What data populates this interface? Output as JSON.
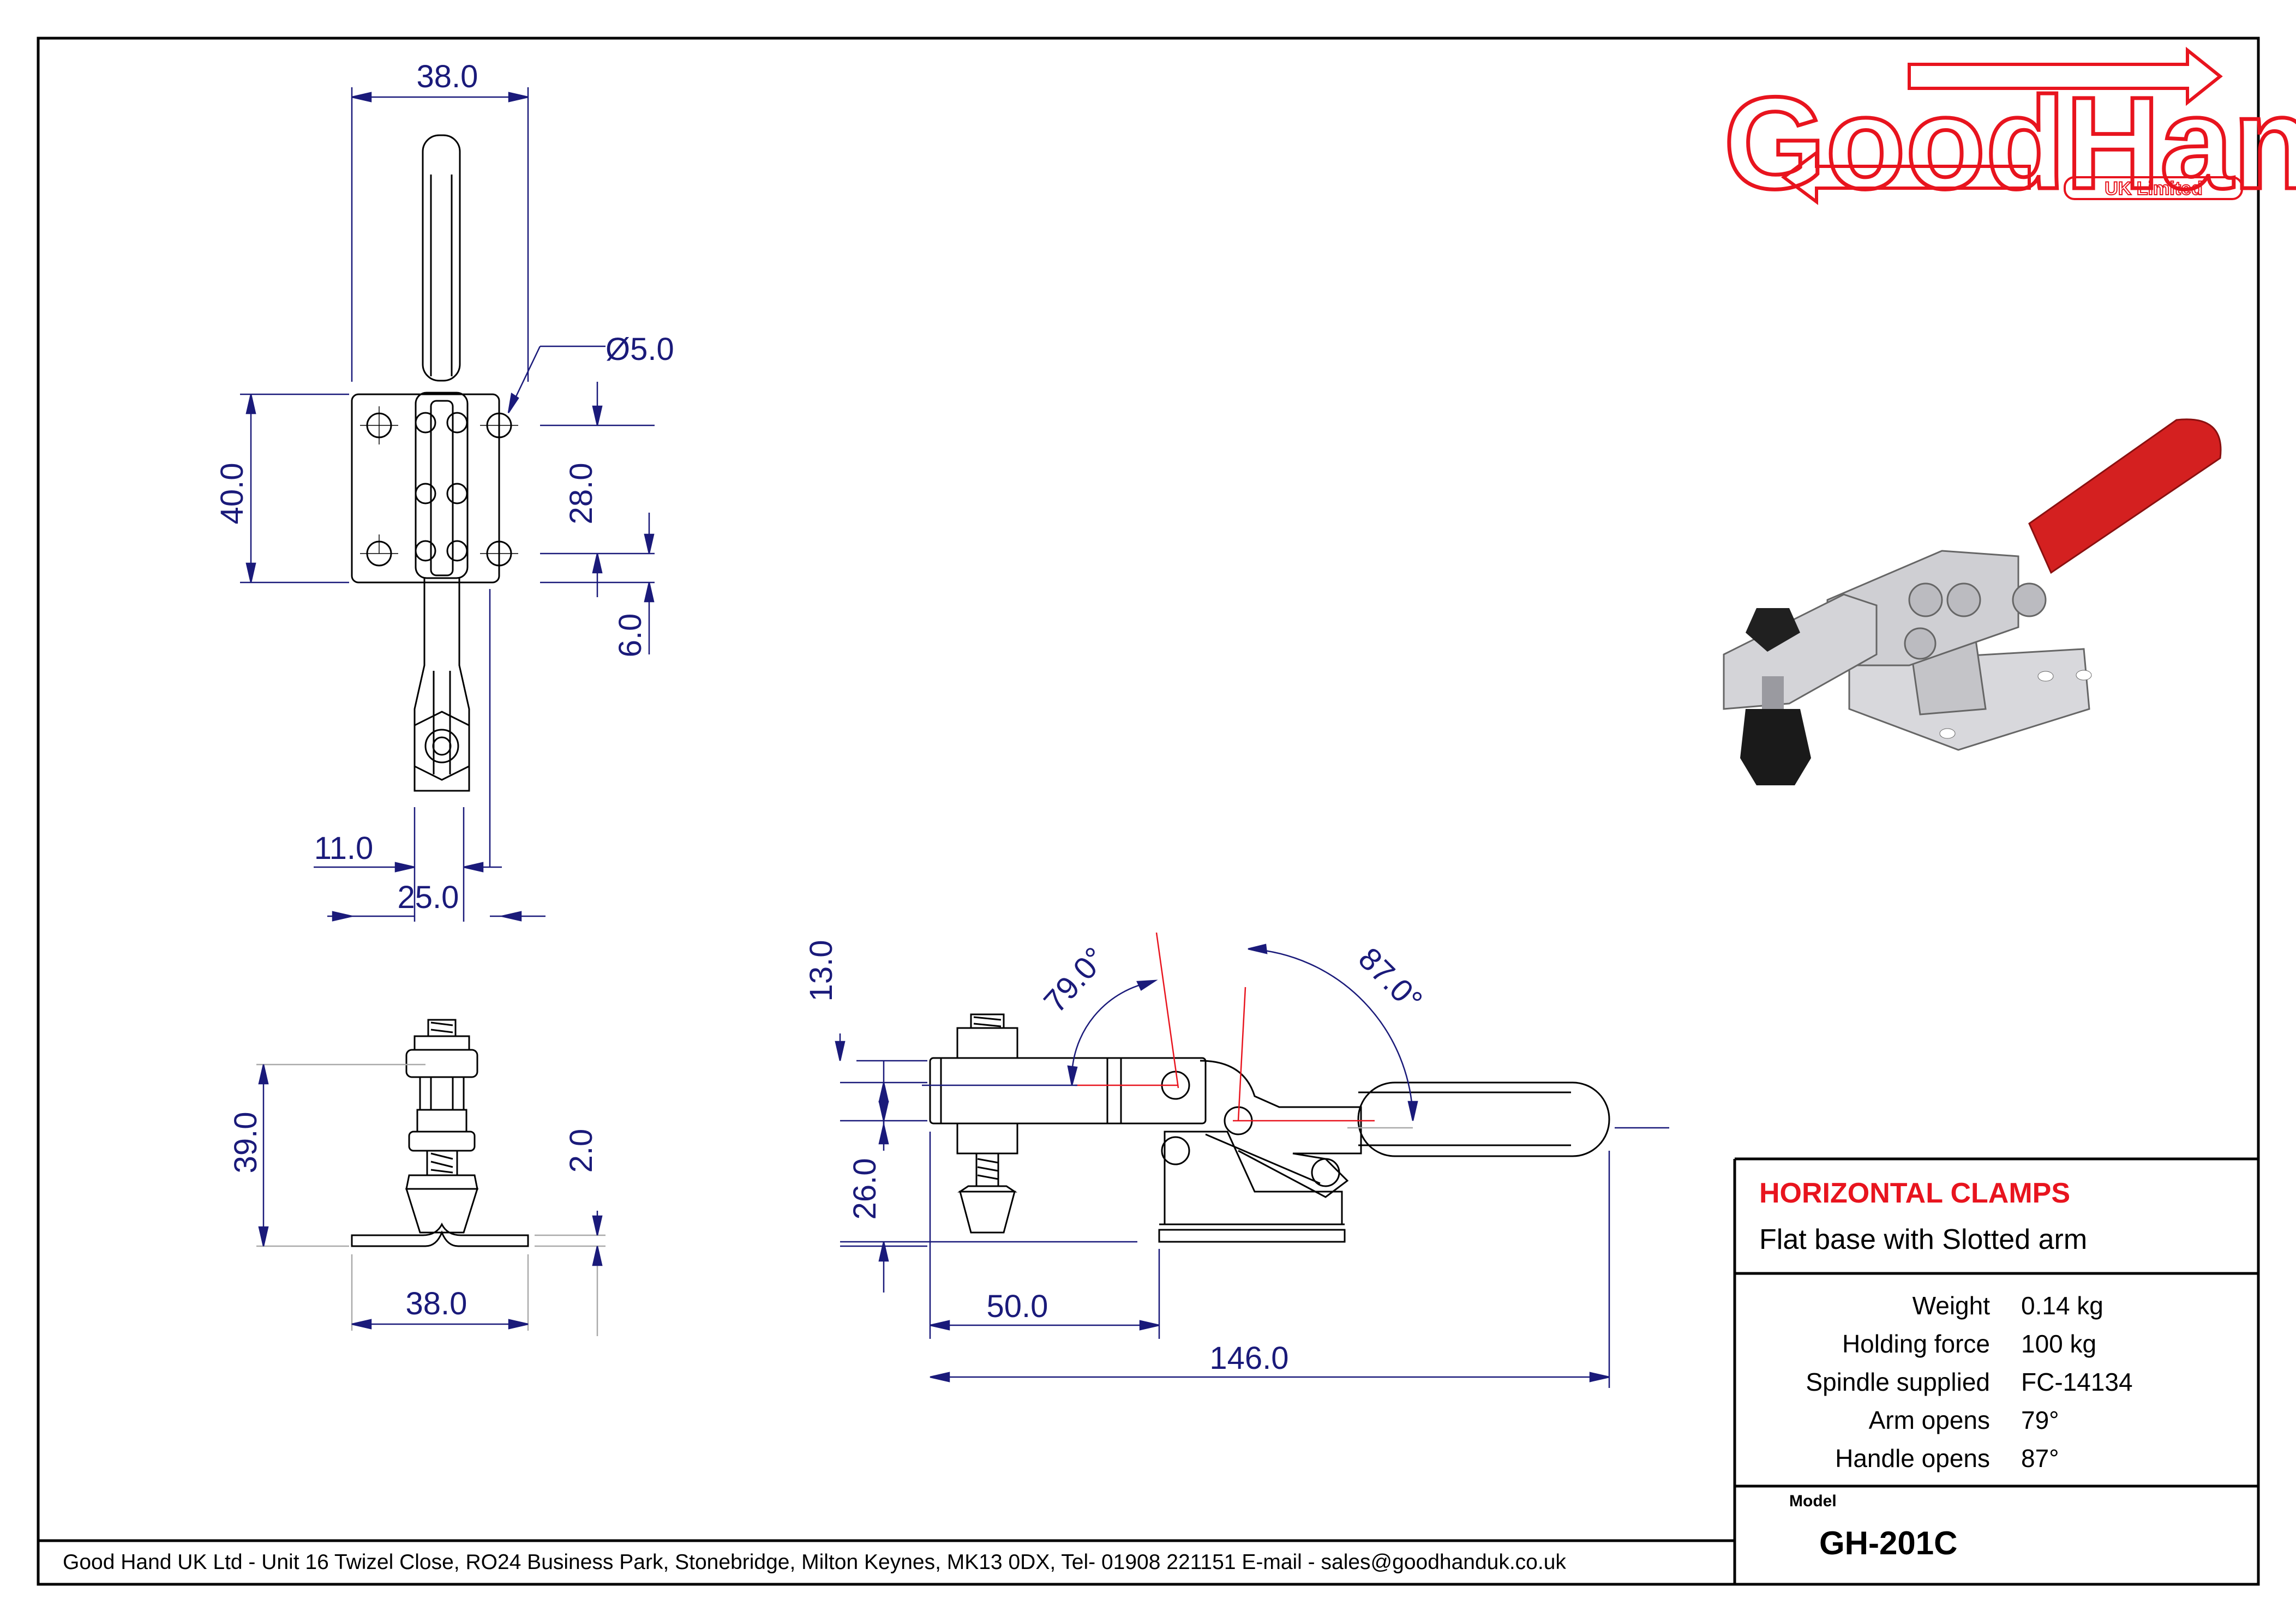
{
  "company": {
    "logo_text": "GoodHand",
    "logo_sub": "UK Limited",
    "footer": "Good Hand UK Ltd  - Unit 16 Twizel Close, RO24 Business Park, Stonebridge, Milton Keynes, MK13 0DX,  Tel- 01908 221151  E-mail - sales@goodhanduk.co.uk",
    "brand_color": "#e8141e"
  },
  "title_block": {
    "category": "HORIZONTAL CLAMPS",
    "description": "Flat base with Slotted arm",
    "specs": [
      {
        "label": "Weight",
        "value": "0.14 kg"
      },
      {
        "label": "Holding force",
        "value": "100 kg"
      },
      {
        "label": "Spindle supplied",
        "value": "FC-14134"
      },
      {
        "label": "Arm opens",
        "value": "79°"
      },
      {
        "label": "Handle opens",
        "value": "87°"
      }
    ],
    "model_label": "Model",
    "model": "GH-201C"
  },
  "dimensions": {
    "top_width": "38.0",
    "hole_dia": "Ø5.0",
    "base_length": "40.0",
    "hole_pitch": "28.0",
    "hole_offset": "6.0",
    "offset_11": "11.0",
    "offset_25": "25.0",
    "end_height": "39.0",
    "base_thick": "2.0",
    "end_width": "38.0",
    "side_13": "13.0",
    "side_26": "26.0",
    "arm_angle": "79.0°",
    "handle_angle": "87.0°",
    "side_50": "50.0",
    "side_146": "146.0"
  },
  "colors": {
    "dimension": "#1a1a7a",
    "centerline": "#e8141e",
    "handle_grip": "#d42020",
    "outline": "#000000"
  }
}
